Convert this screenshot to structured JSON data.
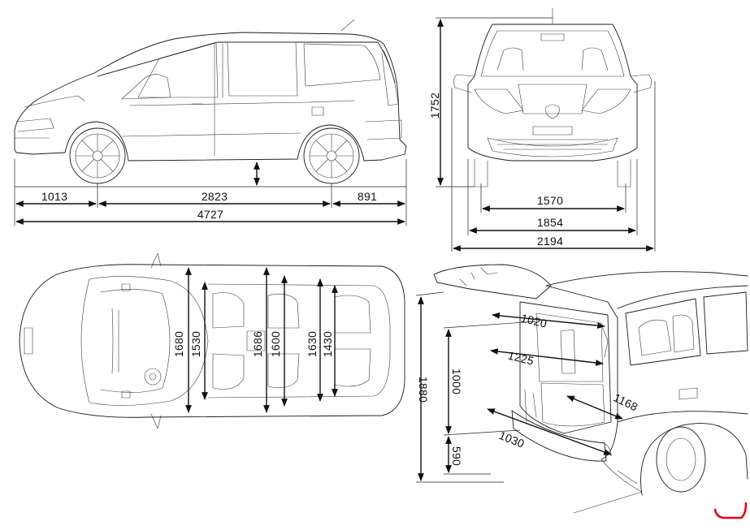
{
  "side_view": {
    "front_overhang": "1013",
    "wheelbase": "2823",
    "rear_overhang": "891",
    "overall_length": "4727"
  },
  "front_view": {
    "height": "1752",
    "track": "1570",
    "body_width": "1854",
    "width_with_mirrors": "2194"
  },
  "top_view": {
    "front_elbow_width": "1680",
    "front_shoulder_width": "1530",
    "middle_elbow_width": "1686",
    "middle_shoulder_width": "1600",
    "rear_elbow_width": "1630",
    "rear_shoulder_width": "1430"
  },
  "rear_view": {
    "tailgate_open_height": "1880",
    "opening_height": "1000",
    "sill_height": "590",
    "roof_level_width": "1020",
    "upper_width": "1225",
    "floor_width": "1168",
    "sill_width": "1030"
  },
  "colors": {
    "line": "#1a1a1a",
    "logo": "#e30613"
  }
}
